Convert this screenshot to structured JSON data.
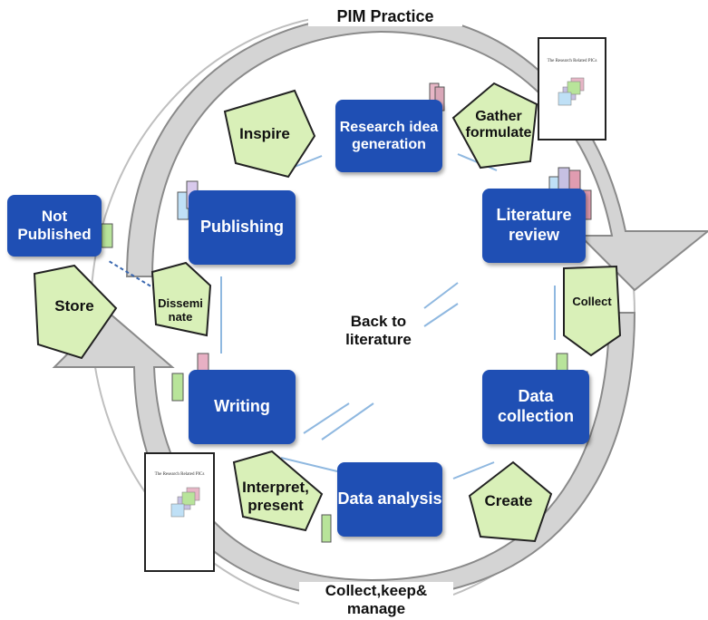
{
  "title": "PIM Practice",
  "bottom_title": "Collect,keep& manage",
  "center_text": "Back to literature",
  "colors": {
    "box_fill": "#1f4fb4",
    "pentagon_fill": "#d9f0b8",
    "arrow_fill": "#d4d4d4",
    "arrow_stroke": "#8a8a8a",
    "connector": "#8fb8e0"
  },
  "stages": {
    "research_idea": "Research idea generation",
    "literature_review": "Literature review",
    "data_collection": "Data collection",
    "data_analysis": "Data analysis",
    "writing": "Writing",
    "publishing": "Publishing",
    "not_published": "Not Published"
  },
  "actions": {
    "inspire": "Inspire",
    "gather": "Gather formulate",
    "collect": "Collect",
    "create": "Create",
    "interpret": "Interpret, present",
    "disseminate": "Dissemi nate",
    "store": "Store"
  },
  "document_title": "The Research Related PICs"
}
